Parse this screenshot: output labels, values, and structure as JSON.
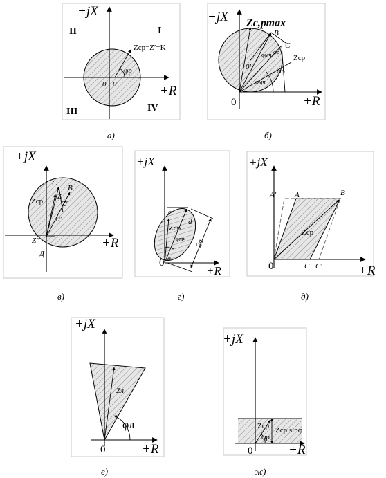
{
  "axes": {
    "x": "+R",
    "y": "+jX",
    "origin": "0",
    "origin_shifted": "0'"
  },
  "panels": {
    "a": {
      "caption": "а)",
      "quadrants": [
        "I",
        "II",
        "III",
        "IV"
      ],
      "impedance_label": "Zср=Z′=K",
      "angle_label": "φр"
    },
    "b": {
      "caption": "б)",
      "title": "Zс,ртах",
      "points": [
        "B",
        "C"
      ],
      "angle_labels": [
        "φмч",
        "φр",
        "φр",
        "φмч"
      ],
      "impedance_label": "Zср"
    },
    "v": {
      "caption": "в)",
      "points": [
        "C",
        "B",
        "Д"
      ],
      "labels": [
        "Zср",
        "Z",
        "Z′",
        "Z″"
      ]
    },
    "g": {
      "caption": "г)",
      "points": [
        "c",
        "d",
        "в"
      ],
      "labels": [
        "Zср",
        "φмч",
        "2a"
      ]
    },
    "d": {
      "caption": "д)",
      "points": [
        "A′",
        "A",
        "B",
        "C",
        "C′"
      ],
      "impedance_label": "Zср"
    },
    "e": {
      "caption": "е)",
      "impedance_label": "Zл",
      "angle_label": "φл"
    },
    "zh": {
      "caption": "ж)",
      "impedance_label": "Zср",
      "reactive_label": "Zср sinφ",
      "angle_label": "φр"
    }
  }
}
